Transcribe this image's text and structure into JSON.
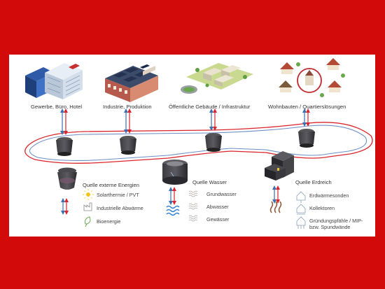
{
  "colors": {
    "background": "#d20a0a",
    "heat_line": "#d9262d",
    "cold_line": "#3a6fb0",
    "panel": "#ffffff"
  },
  "consumers": [
    {
      "label": "Gewerbe, Büro, Hotel",
      "icon": "office-buildings-icon"
    },
    {
      "label": "Industrie, Produktion",
      "icon": "factory-solar-roof-icon"
    },
    {
      "label": "Öffentliche Gebäude / Infrastruktur",
      "icon": "public-campus-stadium-icon"
    },
    {
      "label": "Wohnbauten / Quartierslösungen",
      "icon": "residential-houses-icon"
    }
  ],
  "sources": [
    {
      "title": "Quelle externe Energien",
      "items": [
        {
          "label": "Solarthermie / PVT",
          "icon": "sun-icon"
        },
        {
          "label": "Industrielle Abwärme",
          "icon": "factory-icon"
        },
        {
          "label": "Bioenergie",
          "icon": "leaf-icon"
        }
      ]
    },
    {
      "title": "Quelle Wasser",
      "items": [
        {
          "label": "Grundwasser",
          "icon": "groundwater-waves-icon"
        },
        {
          "label": "Abwasser",
          "icon": "wastewater-waves-icon"
        },
        {
          "label": "Gewässer",
          "icon": "surface-water-icon"
        }
      ]
    },
    {
      "title": "Quelle Erdreich",
      "items": [
        {
          "label": "Erdwärmesonden",
          "icon": "house-probe-icon"
        },
        {
          "label": "Kollektoren",
          "icon": "house-collector-icon"
        },
        {
          "label": "Gründungspfähle / MIP-",
          "label2": "bzw. Spundwände",
          "icon": "house-foundation-icon"
        }
      ]
    }
  ]
}
